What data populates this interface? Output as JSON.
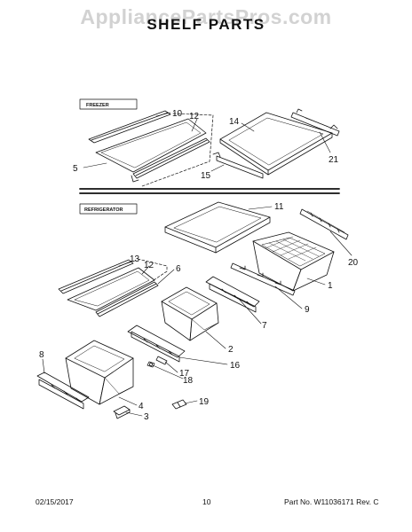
{
  "header": {
    "watermark": "AppliancePartsPros.com",
    "title": "SHELF PARTS"
  },
  "sections": {
    "freezer_label": "FREEZER",
    "refrigerator_label": "REFRIGERATOR"
  },
  "callouts": {
    "c1": "1",
    "c2": "2",
    "c3": "3",
    "c4": "4",
    "c5": "5",
    "c6": "6",
    "c7": "7",
    "c8": "8",
    "c9": "9",
    "c10": "10",
    "c11": "11",
    "c12a": "12",
    "c12b": "12",
    "c13": "13",
    "c14": "14",
    "c15": "15",
    "c16": "16",
    "c17": "17",
    "c18": "18",
    "c19": "19",
    "c20": "20",
    "c21": "21"
  },
  "footer": {
    "date": "02/15/2017",
    "page": "10",
    "part_number": "Part No. W11036171  Rev. C"
  }
}
